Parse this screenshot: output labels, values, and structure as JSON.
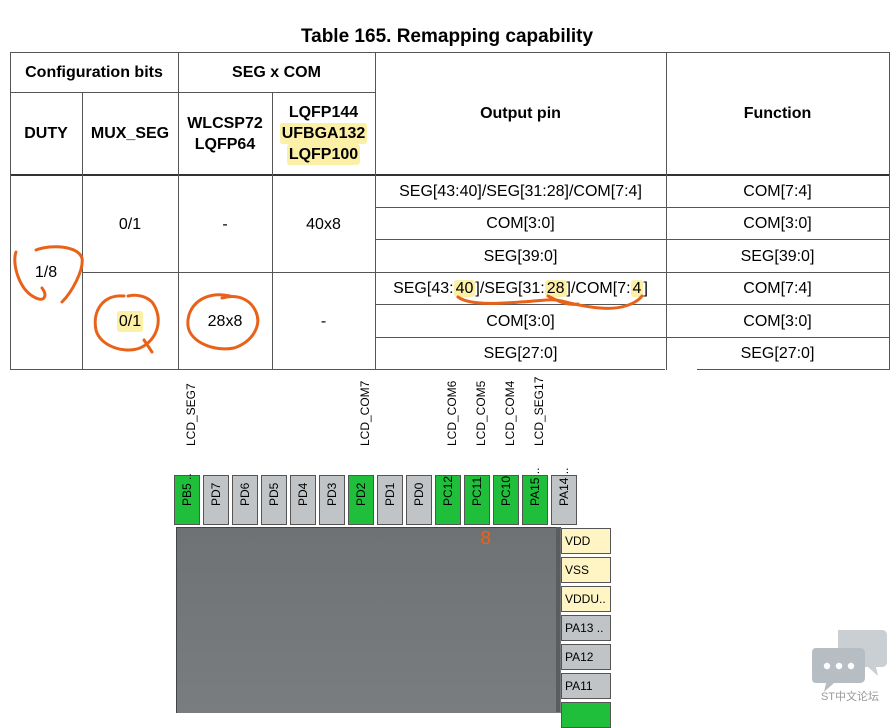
{
  "title": "Table 165. Remapping capability",
  "table": {
    "header": {
      "config_bits": "Configuration bits",
      "seg_x_com": "SEG x COM",
      "output_pin": "Output pin",
      "function": "Function",
      "duty": "DUTY",
      "mux_seg": "MUX_SEG",
      "pkg_a_line1": "WLCSP72",
      "pkg_a_line2": "LQFP64",
      "pkg_b_line1": "LQFP144",
      "pkg_b_line2": "UFBGA132",
      "pkg_b_line3": "LQFP100"
    },
    "duty_value": "1/8",
    "groups": [
      {
        "mux_seg": "0/1",
        "pkg_a": "-",
        "pkg_b": "40x8",
        "rows": [
          {
            "output": "SEG[43:40]/SEG[31:28]/COM[7:4]",
            "function": "COM[7:4]"
          },
          {
            "output": "COM[3:0]",
            "function": "COM[3:0]"
          },
          {
            "output": "SEG[39:0]",
            "function": "SEG[39:0]"
          }
        ]
      },
      {
        "mux_seg": "0/1",
        "pkg_a": "28x8",
        "pkg_b": "-",
        "rows": [
          {
            "output": "SEG[43:40]/SEG[31:28]/COM[7:4]",
            "function": "COM[7:4]"
          },
          {
            "output": "COM[3:0]",
            "function": "COM[3:0]"
          },
          {
            "output": "SEG[27:0]",
            "function": "SEG[27:0]"
          }
        ]
      }
    ],
    "highlight_color": "#fcefa6"
  },
  "annotations": {
    "pen_color": "#e8621a",
    "digit": "8"
  },
  "chip": {
    "top_labels": [
      "LCD_SEG7",
      "LCD_COM7",
      "LCD_COM6",
      "LCD_COM5",
      "LCD_COM4",
      "LCD_SEG17"
    ],
    "top_pins": [
      {
        "label": "PB5 ..",
        "color": "green"
      },
      {
        "label": "PD7",
        "color": "grey"
      },
      {
        "label": "PD6",
        "color": "grey"
      },
      {
        "label": "PD5",
        "color": "grey"
      },
      {
        "label": "PD4",
        "color": "grey"
      },
      {
        "label": "PD3",
        "color": "grey"
      },
      {
        "label": "PD2",
        "color": "green"
      },
      {
        "label": "PD1",
        "color": "grey"
      },
      {
        "label": "PD0",
        "color": "grey"
      },
      {
        "label": "PC12",
        "color": "green"
      },
      {
        "label": "PC11",
        "color": "green"
      },
      {
        "label": "PC10",
        "color": "green"
      },
      {
        "label": "PA15 ..",
        "color": "green"
      },
      {
        "label": "PA14 ..",
        "color": "grey"
      }
    ],
    "right_pins": [
      {
        "label": "VDD",
        "color": "yellow"
      },
      {
        "label": "VSS",
        "color": "yellow"
      },
      {
        "label": "VDDU..",
        "color": "yellow"
      },
      {
        "label": "PA13 ..",
        "color": "grey"
      },
      {
        "label": "PA12",
        "color": "grey"
      },
      {
        "label": "PA11",
        "color": "grey"
      },
      {
        "label": "",
        "color": "green"
      }
    ],
    "green": "#1fbf3c",
    "grey": "#c0c4c7",
    "yellow": "#fff5c4"
  },
  "watermark": {
    "text": "ST中文论坛",
    "icon": "chat-bubbles-icon"
  }
}
